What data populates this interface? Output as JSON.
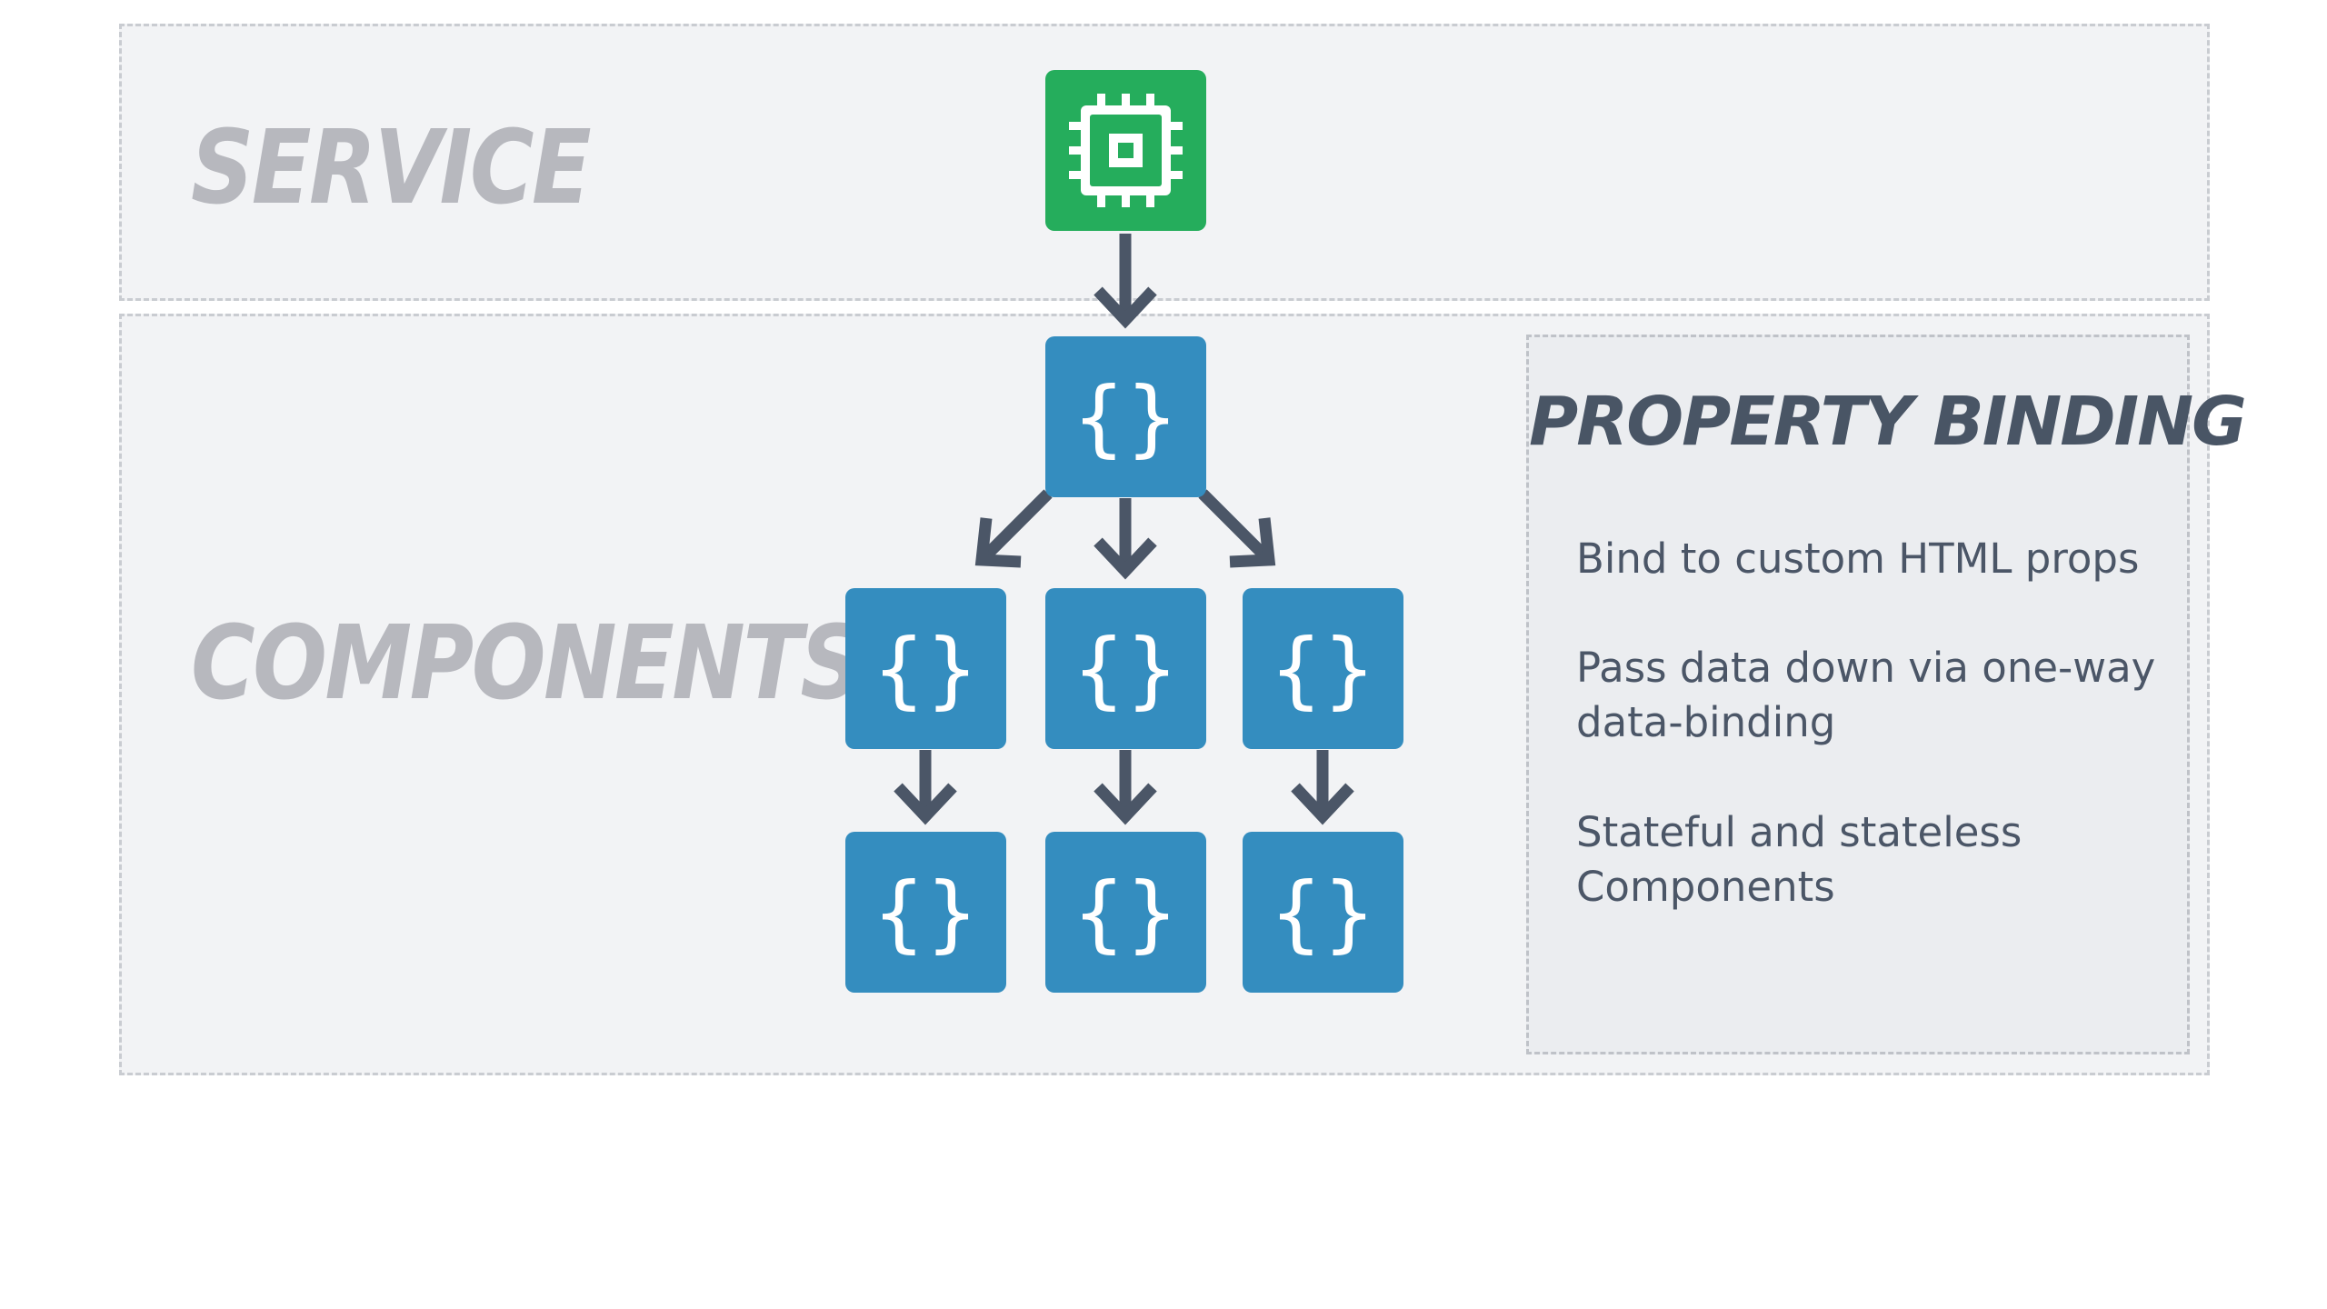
{
  "sections": {
    "service": {
      "label": "SERVICE"
    },
    "components": {
      "label": "COMPONENTS"
    }
  },
  "panel": {
    "title": "PROPERTY BINDING",
    "items": [
      {
        "text": "Bind to custom HTML props"
      },
      {
        "text": "Pass data down via one-way data-binding"
      },
      {
        "text": "Stateful and stateless Components"
      }
    ]
  },
  "nodes": {
    "component_glyph": "{}"
  },
  "colors": {
    "service_node": "#25ad5c",
    "component_node": "#348dbf",
    "arrow": "#4b5667",
    "section_label": "#b7b8be"
  },
  "icons": {
    "service": "cpu-chip-icon",
    "component": "curly-braces-icon",
    "arrow": "arrow-down-icon"
  }
}
